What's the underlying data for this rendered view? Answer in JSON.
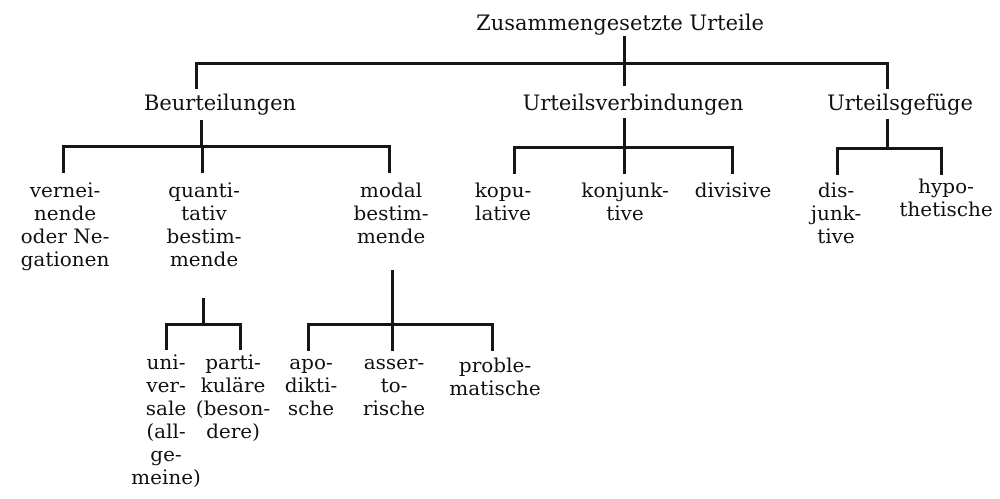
{
  "colors": {
    "background": "#ffffff",
    "line": "#161616",
    "text": "#101010"
  },
  "tree": {
    "root": {
      "label": "Zusammengesetzte Urteile",
      "children": {
        "beurteilungen": {
          "label": "Beurteilungen",
          "children": {
            "verneinende": {
              "lines": [
                "vernei-",
                "nende",
                "oder Ne-",
                "gationen"
              ]
            },
            "quantitativ": {
              "lines": [
                "quanti-",
                "tativ",
                "bestim-",
                "mende"
              ],
              "children": {
                "universale": {
                  "lines": [
                    "uni-",
                    "ver-",
                    "sale",
                    "(all-",
                    "ge-",
                    "meine)"
                  ]
                },
                "partikulaere": {
                  "lines": [
                    "parti-",
                    "kuläre",
                    "(beson-",
                    "dere)"
                  ]
                }
              }
            },
            "modal": {
              "lines": [
                "modal",
                "bestim-",
                "mende"
              ],
              "children": {
                "apodiktische": {
                  "lines": [
                    "apo-",
                    "dikti-",
                    "sche"
                  ]
                },
                "assertorische": {
                  "lines": [
                    "asser-",
                    "to-",
                    "rische"
                  ]
                },
                "problematische": {
                  "lines": [
                    "proble-",
                    "matische"
                  ]
                }
              }
            }
          }
        },
        "urteilsverbindungen": {
          "label": "Urteilsverbindungen",
          "children": {
            "kopulative": {
              "lines": [
                "kopu-",
                "lative"
              ]
            },
            "konjunktive": {
              "lines": [
                "konjunk-",
                "tive"
              ]
            },
            "divisive": {
              "lines": [
                "divisive"
              ]
            }
          }
        },
        "urteilsgefuege": {
          "label": "Urteilsgefüge",
          "children": {
            "disjunktive": {
              "lines": [
                "dis-",
                "junk-",
                "tive"
              ]
            },
            "hypothetische": {
              "lines": [
                "hypo-",
                "thetische"
              ]
            }
          }
        }
      }
    }
  }
}
